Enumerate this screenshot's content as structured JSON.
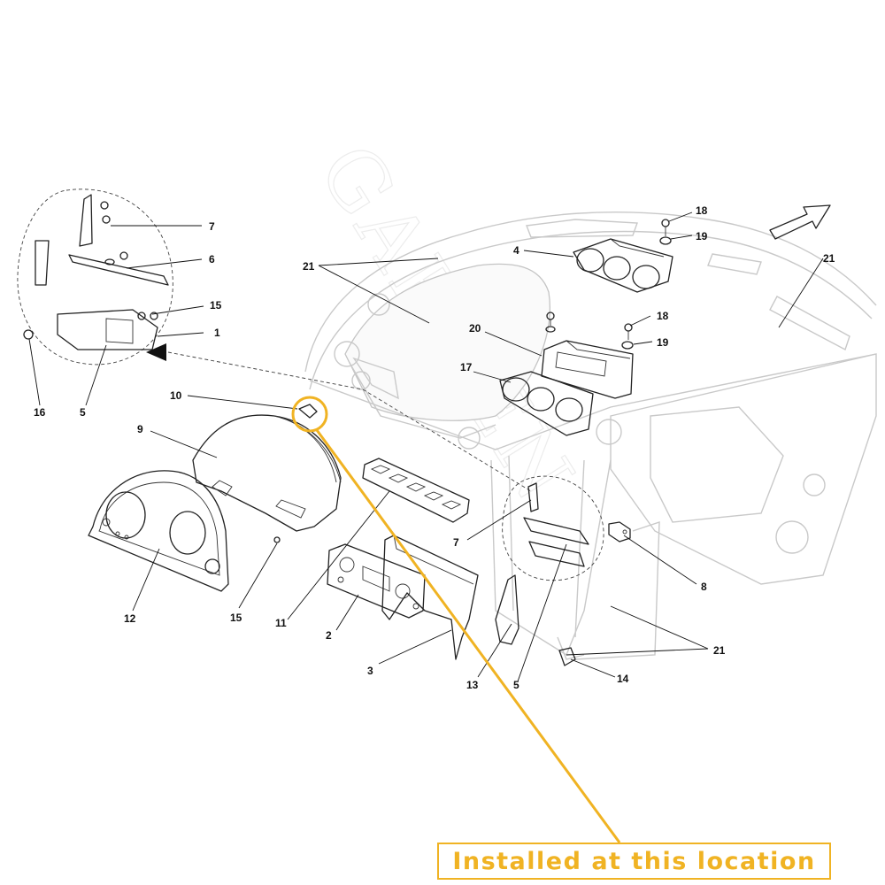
{
  "watermark": "GARDEN",
  "callout_color": "#f0b323",
  "installed_label": "Installed at this location",
  "callouts": {
    "c1": "1",
    "c2": "2",
    "c3": "3",
    "c4": "4",
    "c5a": "5",
    "c5b": "5",
    "c6": "6",
    "c7a": "7",
    "c7b": "7",
    "c8": "8",
    "c9": "9",
    "c10": "10",
    "c11": "11",
    "c12": "12",
    "c13": "13",
    "c14": "14",
    "c15a": "15",
    "c15b": "15",
    "c16": "16",
    "c17": "17",
    "c18a": "18",
    "c18b": "18",
    "c19a": "19",
    "c19b": "19",
    "c20": "20",
    "c21a": "21",
    "c21b": "21",
    "c21c": "21"
  }
}
